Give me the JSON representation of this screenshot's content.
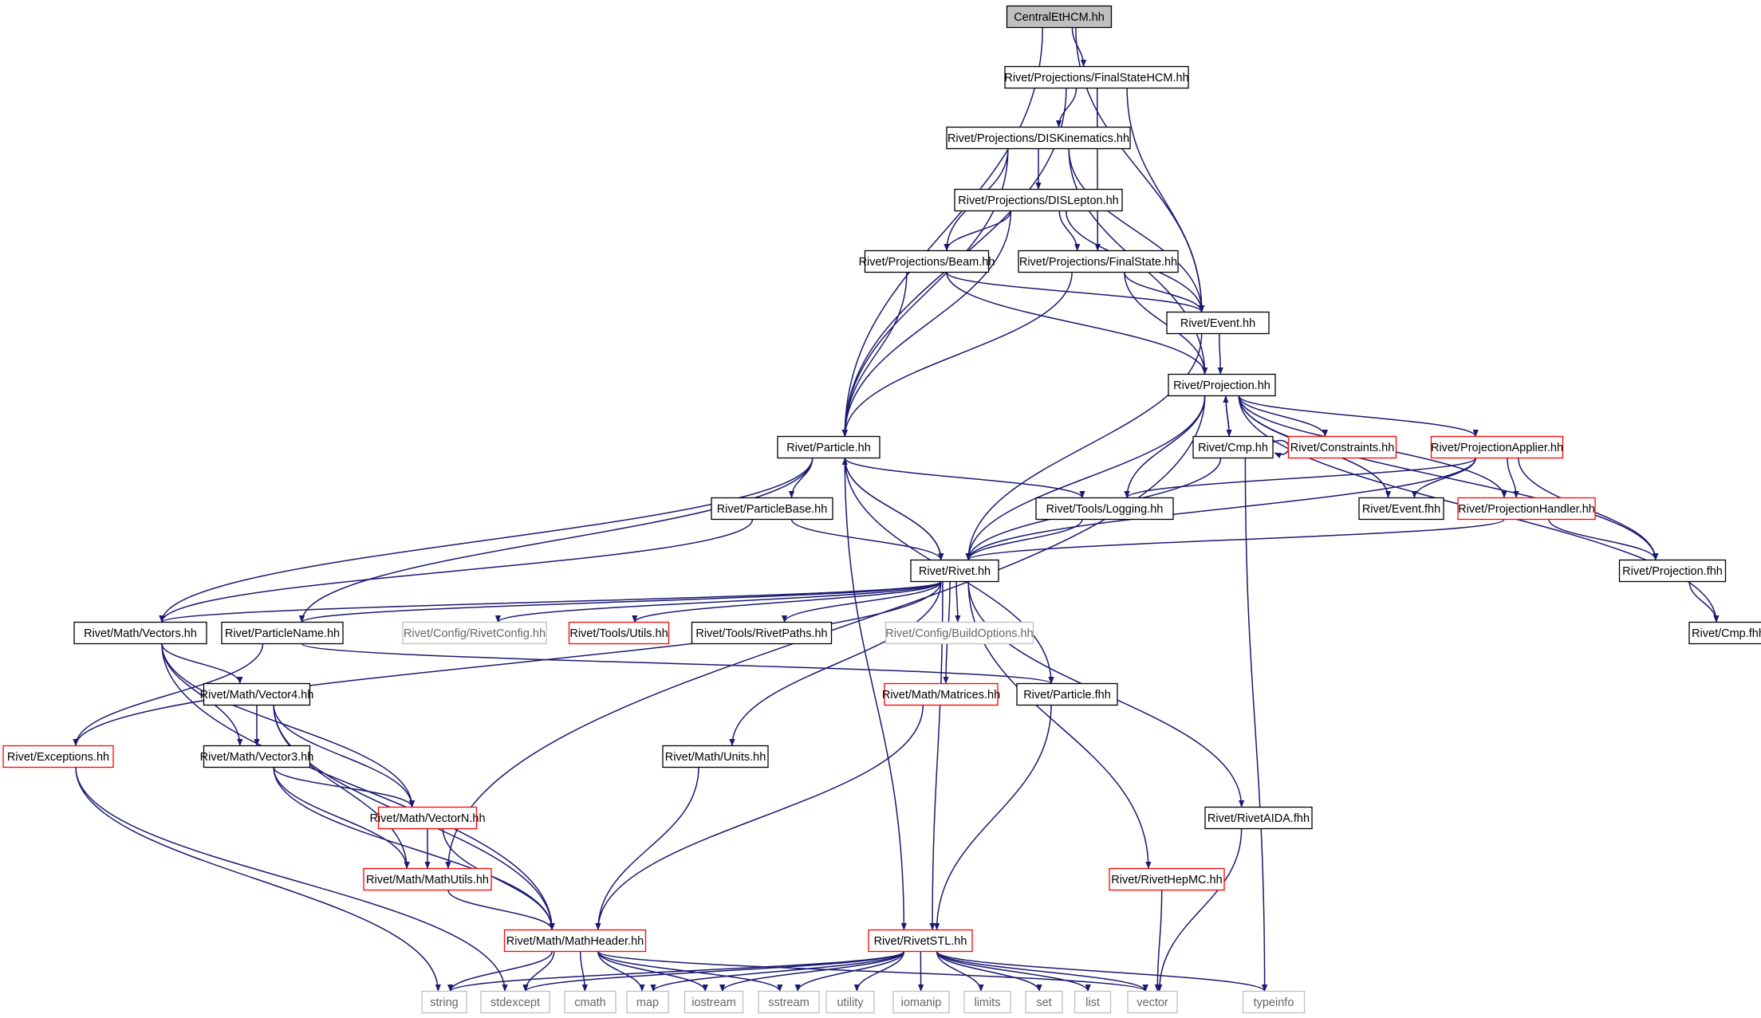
{
  "graph_title": "CentralEtHCM.hh",
  "colors": {
    "edge": "#191970",
    "normal_border": "#000000",
    "red_border": "#ff0000",
    "external_border": "#bfbfbf",
    "external_text": "#666666",
    "root_fill": "#bfbfbf"
  },
  "nodes": [
    {
      "id": "central",
      "label": "CentralEtHCM.hh",
      "kind": "root"
    },
    {
      "id": "fshcm",
      "label": "Rivet/Projections/FinalStateHCM.hh",
      "kind": "normal"
    },
    {
      "id": "diskin",
      "label": "Rivet/Projections/DISKinematics.hh",
      "kind": "normal"
    },
    {
      "id": "dislep",
      "label": "Rivet/Projections/DISLepton.hh",
      "kind": "normal"
    },
    {
      "id": "beam",
      "label": "Rivet/Projections/Beam.hh",
      "kind": "normal"
    },
    {
      "id": "fs",
      "label": "Rivet/Projections/FinalState.hh",
      "kind": "normal"
    },
    {
      "id": "event",
      "label": "Rivet/Event.hh",
      "kind": "normal"
    },
    {
      "id": "proj",
      "label": "Rivet/Projection.hh",
      "kind": "normal"
    },
    {
      "id": "particle",
      "label": "Rivet/Particle.hh",
      "kind": "normal"
    },
    {
      "id": "cmp",
      "label": "Rivet/Cmp.hh",
      "kind": "normal"
    },
    {
      "id": "constraints",
      "label": "Rivet/Constraints.hh",
      "kind": "red"
    },
    {
      "id": "projapp",
      "label": "Rivet/ProjectionApplier.hh",
      "kind": "red"
    },
    {
      "id": "pbase",
      "label": "Rivet/ParticleBase.hh",
      "kind": "normal"
    },
    {
      "id": "logging",
      "label": "Rivet/Tools/Logging.hh",
      "kind": "normal"
    },
    {
      "id": "eventfhh",
      "label": "Rivet/Event.fhh",
      "kind": "normal"
    },
    {
      "id": "projhandler",
      "label": "Rivet/ProjectionHandler.hh",
      "kind": "red"
    },
    {
      "id": "rivet",
      "label": "Rivet/Rivet.hh",
      "kind": "normal"
    },
    {
      "id": "projfhh",
      "label": "Rivet/Projection.fhh",
      "kind": "normal"
    },
    {
      "id": "cmpfhh",
      "label": "Rivet/Cmp.fhh",
      "kind": "normal"
    },
    {
      "id": "vectors",
      "label": "Rivet/Math/Vectors.hh",
      "kind": "normal"
    },
    {
      "id": "pname",
      "label": "Rivet/ParticleName.hh",
      "kind": "normal"
    },
    {
      "id": "rconfig",
      "label": "Rivet/Config/RivetConfig.hh",
      "kind": "external"
    },
    {
      "id": "utils",
      "label": "Rivet/Tools/Utils.hh",
      "kind": "red"
    },
    {
      "id": "rpaths",
      "label": "Rivet/Tools/RivetPaths.hh",
      "kind": "normal"
    },
    {
      "id": "buildopt",
      "label": "Rivet/Config/BuildOptions.hh",
      "kind": "external"
    },
    {
      "id": "vec4",
      "label": "Rivet/Math/Vector4.hh",
      "kind": "normal"
    },
    {
      "id": "matrices",
      "label": "Rivet/Math/Matrices.hh",
      "kind": "red"
    },
    {
      "id": "pfhh",
      "label": "Rivet/Particle.fhh",
      "kind": "normal"
    },
    {
      "id": "exceptions",
      "label": "Rivet/Exceptions.hh",
      "kind": "red"
    },
    {
      "id": "vec3",
      "label": "Rivet/Math/Vector3.hh",
      "kind": "normal"
    },
    {
      "id": "units",
      "label": "Rivet/Math/Units.hh",
      "kind": "normal"
    },
    {
      "id": "vecn",
      "label": "Rivet/Math/VectorN.hh",
      "kind": "red"
    },
    {
      "id": "aida",
      "label": "Rivet/RivetAIDA.fhh",
      "kind": "normal"
    },
    {
      "id": "mathutils",
      "label": "Rivet/Math/MathUtils.hh",
      "kind": "red"
    },
    {
      "id": "hepmc",
      "label": "Rivet/RivetHepMC.hh",
      "kind": "red"
    },
    {
      "id": "mathheader",
      "label": "Rivet/Math/MathHeader.hh",
      "kind": "red"
    },
    {
      "id": "stl",
      "label": "Rivet/RivetSTL.hh",
      "kind": "red"
    },
    {
      "id": "string",
      "label": "string",
      "kind": "external"
    },
    {
      "id": "stdexcept",
      "label": "stdexcept",
      "kind": "external"
    },
    {
      "id": "cmath",
      "label": "cmath",
      "kind": "external"
    },
    {
      "id": "map",
      "label": "map",
      "kind": "external"
    },
    {
      "id": "iostream",
      "label": "iostream",
      "kind": "external"
    },
    {
      "id": "sstream",
      "label": "sstream",
      "kind": "external"
    },
    {
      "id": "utility",
      "label": "utility",
      "kind": "external"
    },
    {
      "id": "iomanip",
      "label": "iomanip",
      "kind": "external"
    },
    {
      "id": "limits",
      "label": "limits",
      "kind": "external"
    },
    {
      "id": "set",
      "label": "set",
      "kind": "external"
    },
    {
      "id": "list",
      "label": "list",
      "kind": "external"
    },
    {
      "id": "vector",
      "label": "vector",
      "kind": "external"
    },
    {
      "id": "typeinfo",
      "label": "typeinfo",
      "kind": "external"
    }
  ],
  "edges": [
    [
      "central",
      "fshcm"
    ],
    [
      "central",
      "particle"
    ],
    [
      "central",
      "event"
    ],
    [
      "fshcm",
      "diskin"
    ],
    [
      "fshcm",
      "particle"
    ],
    [
      "fshcm",
      "fs"
    ],
    [
      "fshcm",
      "event"
    ],
    [
      "diskin",
      "dislep"
    ],
    [
      "diskin",
      "beam"
    ],
    [
      "diskin",
      "particle"
    ],
    [
      "diskin",
      "event"
    ],
    [
      "diskin",
      "proj"
    ],
    [
      "dislep",
      "beam"
    ],
    [
      "dislep",
      "fs"
    ],
    [
      "dislep",
      "particle"
    ],
    [
      "dislep",
      "event"
    ],
    [
      "beam",
      "event"
    ],
    [
      "beam",
      "particle"
    ],
    [
      "beam",
      "proj"
    ],
    [
      "fs",
      "event"
    ],
    [
      "fs",
      "proj"
    ],
    [
      "fs",
      "particle"
    ],
    [
      "event",
      "proj"
    ],
    [
      "event",
      "rivet"
    ],
    [
      "proj",
      "cmp"
    ],
    [
      "proj",
      "constraints"
    ],
    [
      "proj",
      "projapp"
    ],
    [
      "proj",
      "projhandler"
    ],
    [
      "proj",
      "projfhh"
    ],
    [
      "proj",
      "cmpfhh"
    ],
    [
      "proj",
      "eventfhh"
    ],
    [
      "proj",
      "logging"
    ],
    [
      "proj",
      "rivet"
    ],
    [
      "proj",
      "mathutils"
    ],
    [
      "cmp",
      "proj"
    ],
    [
      "cmp",
      "cmp"
    ],
    [
      "cmp",
      "rivet"
    ],
    [
      "cmp",
      "typeinfo"
    ],
    [
      "projapp",
      "logging"
    ],
    [
      "projapp",
      "eventfhh"
    ],
    [
      "projapp",
      "projhandler"
    ],
    [
      "projapp",
      "projfhh"
    ],
    [
      "projapp",
      "rivet"
    ],
    [
      "projhandler",
      "rivet"
    ],
    [
      "projhandler",
      "projfhh"
    ],
    [
      "projfhh",
      "cmpfhh"
    ],
    [
      "particle",
      "pbase"
    ],
    [
      "particle",
      "logging"
    ],
    [
      "particle",
      "rivet"
    ],
    [
      "particle",
      "vectors"
    ],
    [
      "particle",
      "pname"
    ],
    [
      "particle",
      "pfhh"
    ],
    [
      "particle",
      "stl"
    ],
    [
      "pbase",
      "rivet"
    ],
    [
      "pbase",
      "vectors"
    ],
    [
      "logging",
      "rivet"
    ],
    [
      "rivet",
      "particle"
    ],
    [
      "rivet",
      "vectors"
    ],
    [
      "rivet",
      "pname"
    ],
    [
      "rivet",
      "rconfig"
    ],
    [
      "rivet",
      "utils"
    ],
    [
      "rivet",
      "rpaths"
    ],
    [
      "rivet",
      "buildopt"
    ],
    [
      "rivet",
      "exceptions"
    ],
    [
      "rivet",
      "matrices"
    ],
    [
      "rivet",
      "units"
    ],
    [
      "rivet",
      "stl"
    ],
    [
      "rivet",
      "hepmc"
    ],
    [
      "rivet",
      "aida"
    ],
    [
      "vectors",
      "vec4"
    ],
    [
      "vectors",
      "vec3"
    ],
    [
      "vectors",
      "vecn"
    ],
    [
      "vectors",
      "mathheader"
    ],
    [
      "pname",
      "pfhh"
    ],
    [
      "pname",
      "exceptions"
    ],
    [
      "vec4",
      "vec3"
    ],
    [
      "vec4",
      "vecn"
    ],
    [
      "vec4",
      "mathutils"
    ],
    [
      "vec4",
      "mathheader"
    ],
    [
      "vec3",
      "vecn"
    ],
    [
      "vec3",
      "mathutils"
    ],
    [
      "vec3",
      "mathheader"
    ],
    [
      "vecn",
      "mathutils"
    ],
    [
      "vecn",
      "mathheader"
    ],
    [
      "mathutils",
      "mathheader"
    ],
    [
      "matrices",
      "mathheader"
    ],
    [
      "units",
      "mathheader"
    ],
    [
      "pfhh",
      "stl"
    ],
    [
      "exceptions",
      "string"
    ],
    [
      "exceptions",
      "stdexcept"
    ],
    [
      "aida",
      "vector"
    ],
    [
      "hepmc",
      "vector"
    ],
    [
      "mathheader",
      "string"
    ],
    [
      "mathheader",
      "stdexcept"
    ],
    [
      "mathheader",
      "cmath"
    ],
    [
      "mathheader",
      "map"
    ],
    [
      "mathheader",
      "iostream"
    ],
    [
      "mathheader",
      "sstream"
    ],
    [
      "mathheader",
      "vector"
    ],
    [
      "stl",
      "string"
    ],
    [
      "stl",
      "stdexcept"
    ],
    [
      "stl",
      "map"
    ],
    [
      "stl",
      "iostream"
    ],
    [
      "stl",
      "sstream"
    ],
    [
      "stl",
      "utility"
    ],
    [
      "stl",
      "iomanip"
    ],
    [
      "stl",
      "limits"
    ],
    [
      "stl",
      "set"
    ],
    [
      "stl",
      "list"
    ],
    [
      "stl",
      "vector"
    ],
    [
      "stl",
      "typeinfo"
    ]
  ]
}
